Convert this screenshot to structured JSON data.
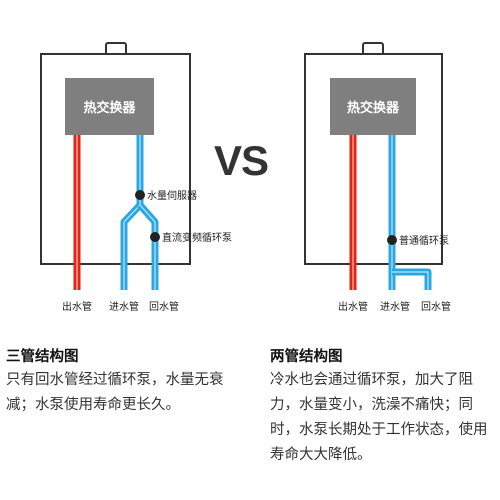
{
  "left_diagram": {
    "heat_exchanger": "热交换器",
    "flow_sensor": "水量伺服器",
    "circ_pump": "直流变频循环泵",
    "outlet": "出水管",
    "inlet": "进水管",
    "return": "回水管"
  },
  "right_diagram": {
    "heat_exchanger": "热交换器",
    "circ_pump": "普通循环泵",
    "outlet": "出水管",
    "inlet": "进水管",
    "return": "回水管"
  },
  "vs": "VS",
  "left_panel": {
    "title": "三管结构图",
    "description": "只有回水管经过循环泵，水量无衰减；水泵使用寿命更长久。"
  },
  "right_panel": {
    "title": "两管结构图",
    "description": "冷水也会通过循环泵，加大了阻力，水量变小，洗澡不痛快；同时，水泵长期处于工作状态，使用寿命大大降低。"
  },
  "colors": {
    "hot_pipe": "#e2231a",
    "cold_pipe": "#29a8e0",
    "exchanger": "#7f7f7f",
    "outline": "#333333"
  }
}
